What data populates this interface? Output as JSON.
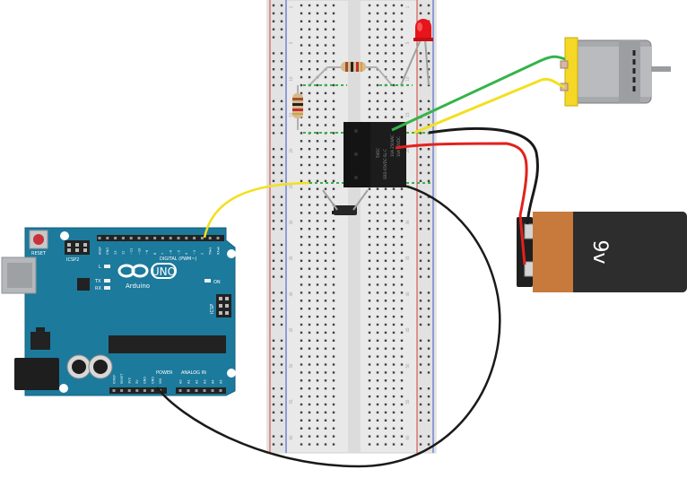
{
  "board": {
    "model": "UNO",
    "brand": "Arduino",
    "reset_label": "RESET",
    "icsp2_label": "ICSP2",
    "icsp_label": "ICSP",
    "led_l": "L",
    "led_tx": "TX",
    "led_rx": "RX",
    "led_on": "ON",
    "digital_label": "DIGITAL (PWM~)",
    "power_label": "POWER",
    "analog_label": "ANALOG IN",
    "digital_pins": [
      "AREF",
      "GND",
      "13",
      "12",
      "~11",
      "~10",
      "~9",
      "8",
      "7",
      "~6",
      "~5",
      "4",
      "~3",
      "2",
      "TX▸1",
      "RX◂0"
    ],
    "power_pins": [
      "IOREF",
      "RESET",
      "3V3",
      "5V",
      "GND",
      "GND",
      "VIN"
    ],
    "analog_pins": [
      "A0",
      "A1",
      "A2",
      "A3",
      "A4",
      "A5"
    ]
  },
  "breadboard": {
    "row_numbers": [
      "1",
      "5",
      "10",
      "15",
      "20",
      "25",
      "30",
      "35",
      "40",
      "45",
      "50",
      "55",
      "60"
    ]
  },
  "battery": {
    "label": "9v"
  },
  "relay": {
    "texts": [
      "5VDC",
      "SRD-05VDC-SL-C",
      "10A 250VAC",
      "10A 30VDC"
    ]
  },
  "colors": {
    "arduino_blue": "#1c7a9c",
    "wire_yellow": "#f2e020",
    "wire_green": "#35b34a",
    "wire_red": "#e3211d",
    "wire_black": "#1a1a1a",
    "battery_orange": "#c77a3c",
    "led_red": "#e8141b"
  }
}
